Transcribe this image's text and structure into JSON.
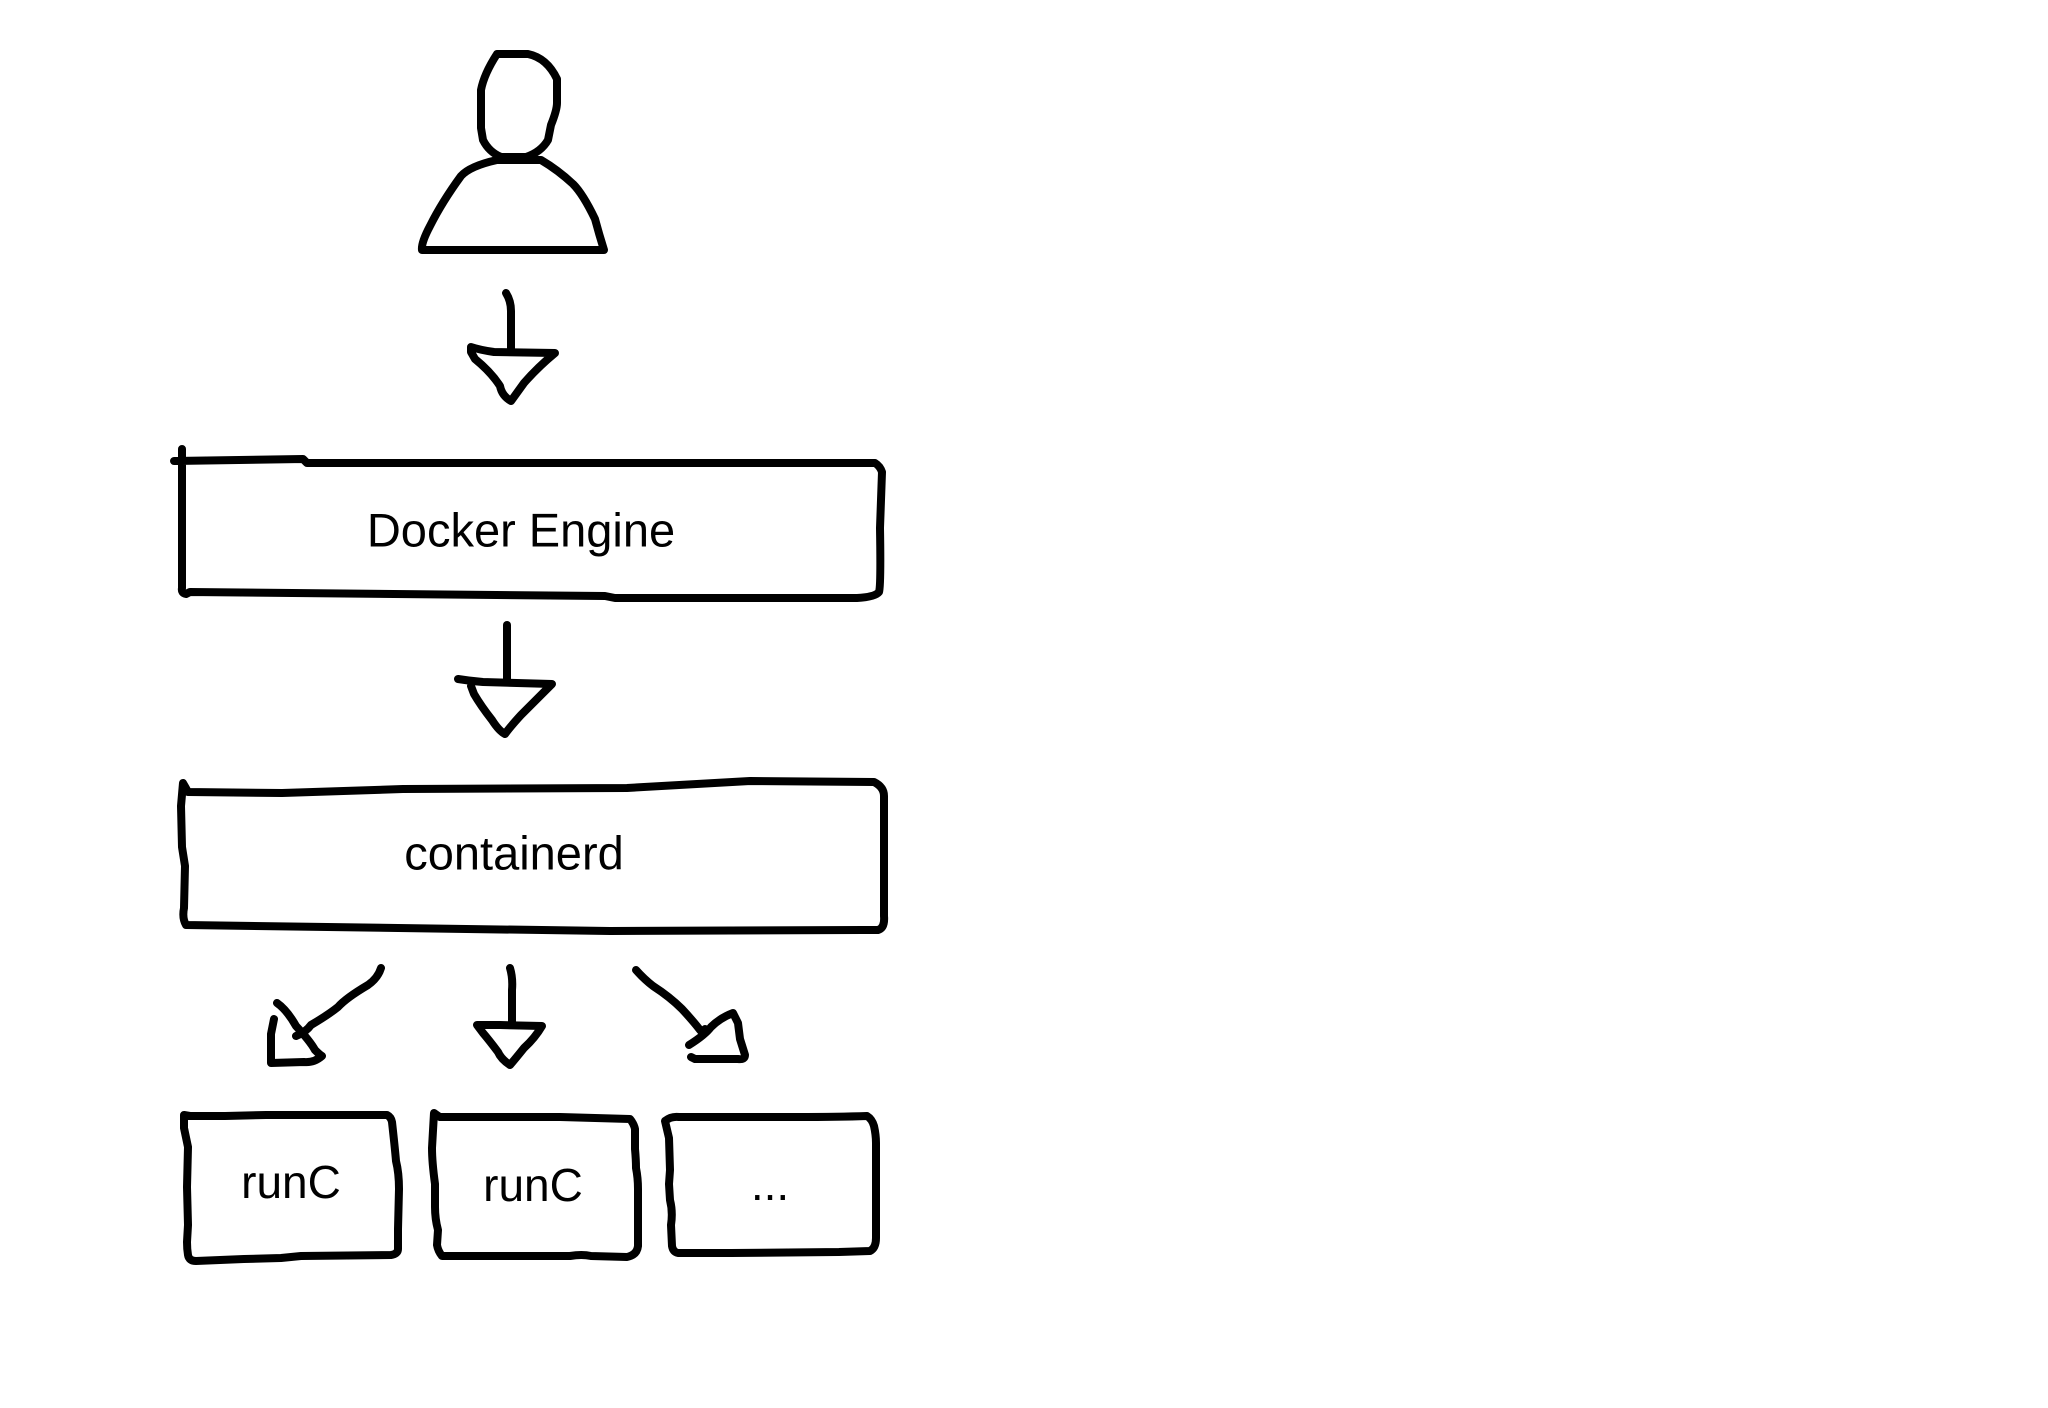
{
  "diagram": {
    "layers": {
      "engine": {
        "label": "Docker Engine"
      },
      "runtime": {
        "label": "containerd"
      }
    },
    "workers": [
      {
        "label": "runC"
      },
      {
        "label": "runC"
      },
      {
        "label": "..."
      }
    ]
  },
  "colors": {
    "stroke": "#000000",
    "background": "#ffffff"
  },
  "icons": {
    "user": "user-icon",
    "arrow": "arrow-down-icon"
  }
}
